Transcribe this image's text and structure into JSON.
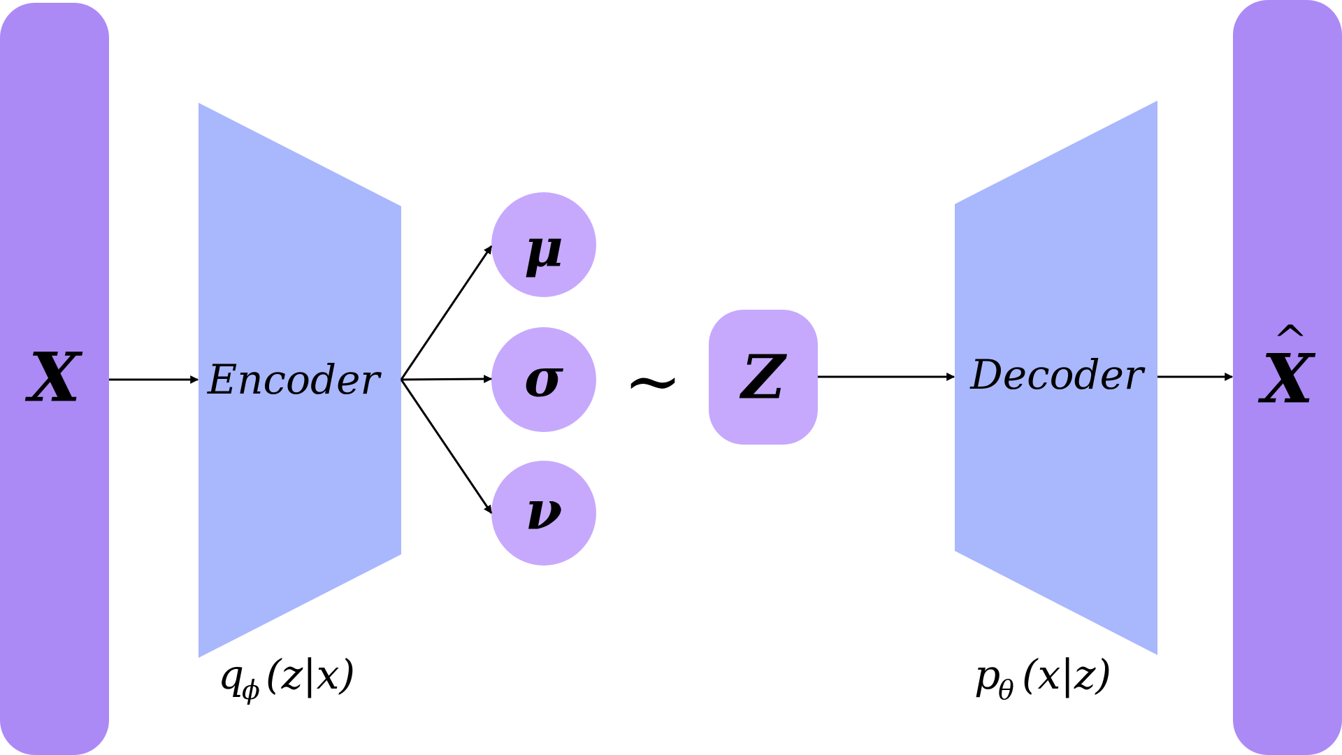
{
  "diagram": {
    "input": {
      "symbol": "X",
      "color": "#ab8af5"
    },
    "output": {
      "symbol": "X",
      "hat": "^",
      "color": "#ab8af5"
    },
    "encoder": {
      "label": "Encoder",
      "color": "#a9b7fd",
      "distribution": {
        "base": "q",
        "sub": "ϕ",
        "args": "(z|x)"
      }
    },
    "decoder": {
      "label": "Decoder",
      "color": "#a9b7fd",
      "distribution": {
        "base": "p",
        "sub": "θ",
        "args": "(x|z)"
      }
    },
    "params": [
      {
        "id": "mu",
        "symbol": "μ"
      },
      {
        "id": "sigma",
        "symbol": "σ"
      },
      {
        "id": "nu",
        "symbol": "ν"
      }
    ],
    "param_color": "#c6a9fd",
    "tilde": "∼",
    "latent": {
      "symbol": "Z",
      "color": "#c6a9fd"
    }
  }
}
